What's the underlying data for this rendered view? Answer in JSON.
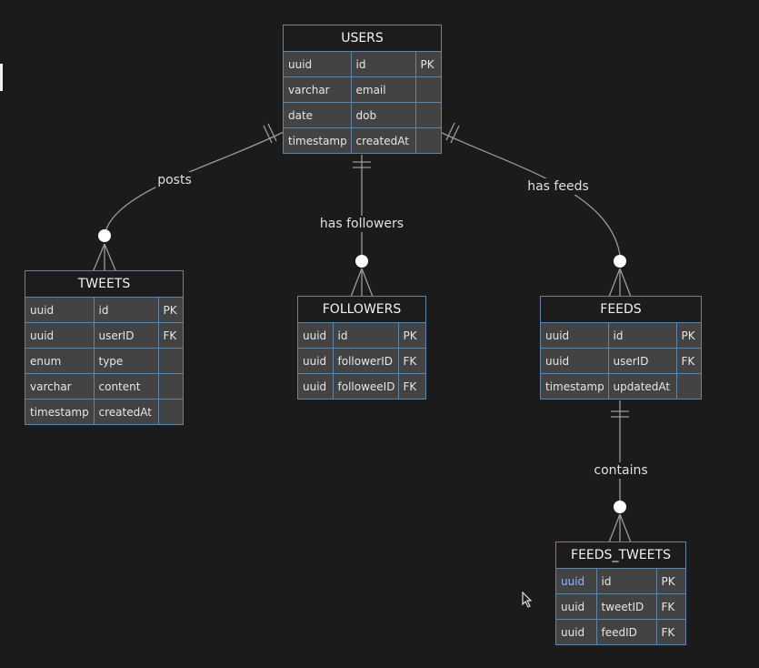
{
  "entities": {
    "users": {
      "name": "USERS",
      "rows": [
        {
          "type": "uuid",
          "field": "id",
          "key": "PK"
        },
        {
          "type": "varchar",
          "field": "email",
          "key": ""
        },
        {
          "type": "date",
          "field": "dob",
          "key": ""
        },
        {
          "type": "timestamp",
          "field": "createdAt",
          "key": ""
        }
      ]
    },
    "tweets": {
      "name": "TWEETS",
      "rows": [
        {
          "type": "uuid",
          "field": "id",
          "key": "PK"
        },
        {
          "type": "uuid",
          "field": "userID",
          "key": "FK"
        },
        {
          "type": "enum",
          "field": "type",
          "key": ""
        },
        {
          "type": "varchar",
          "field": "content",
          "key": ""
        },
        {
          "type": "timestamp",
          "field": "createdAt",
          "key": ""
        }
      ]
    },
    "followers": {
      "name": "FOLLOWERS",
      "rows": [
        {
          "type": "uuid",
          "field": "id",
          "key": "PK"
        },
        {
          "type": "uuid",
          "field": "followerID",
          "key": "FK"
        },
        {
          "type": "uuid",
          "field": "followeeID",
          "key": "FK"
        }
      ]
    },
    "feeds": {
      "name": "FEEDS",
      "rows": [
        {
          "type": "uuid",
          "field": "id",
          "key": "PK"
        },
        {
          "type": "uuid",
          "field": "userID",
          "key": "FK"
        },
        {
          "type": "timestamp",
          "field": "updatedAt",
          "key": ""
        }
      ]
    },
    "feeds_tweets": {
      "name": "FEEDS_TWEETS",
      "rows": [
        {
          "type": "uuid",
          "field": "id",
          "key": "PK"
        },
        {
          "type": "uuid",
          "field": "tweetID",
          "key": "FK"
        },
        {
          "type": "uuid",
          "field": "feedID",
          "key": "FK"
        }
      ]
    }
  },
  "relationships": {
    "posts": "posts",
    "has_followers": "has followers",
    "has_feeds": "has feeds",
    "contains": "contains"
  },
  "colors": {
    "background": "#1b1b1b",
    "border": "#5f86a8",
    "cell": "#434343",
    "line": "#9a9a9a"
  }
}
